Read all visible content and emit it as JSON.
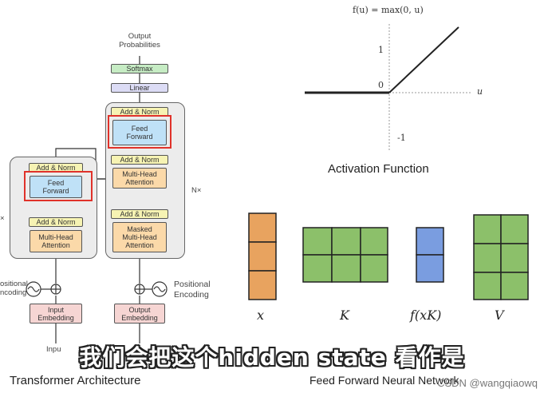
{
  "transformer": {
    "output_probabilities": "Output\nProbabilities",
    "softmax": "Softmax",
    "linear": "Linear",
    "add_norm": "Add & Norm",
    "feed_forward": "Feed\nForward",
    "multi_head_attention": "Multi-Head\nAttention",
    "masked_multi_head_attention": "Masked\nMulti-Head\nAttention",
    "nx_right": "N×",
    "nx_left": "×",
    "input_embedding": "Input\nEmbedding",
    "output_embedding": "Output\nEmbedding",
    "positional_encoding_left": "ositional\nncoding",
    "positional_encoding_right": "Positional\nEncoding",
    "inputs_partial": "Inpu",
    "caption": "Transformer Architecture"
  },
  "activation": {
    "formula": "f(u) = max(0, u)",
    "tick_pos": "1",
    "tick_zero": "0",
    "tick_neg": "-1",
    "axis_label": "u",
    "caption": "Activation Function"
  },
  "ffn": {
    "labels": [
      "x",
      "K",
      "f(xK)",
      "V"
    ],
    "colors": {
      "x": "#e8a35f",
      "K": "#8cc06a",
      "fxK": "#7a9de0",
      "V": "#8cc06a"
    },
    "caption": "Feed Forward Neural Network"
  },
  "subtitle": "我们会把这个hidden state 看作是",
  "watermark": "CSDN @wangqiaowq"
}
